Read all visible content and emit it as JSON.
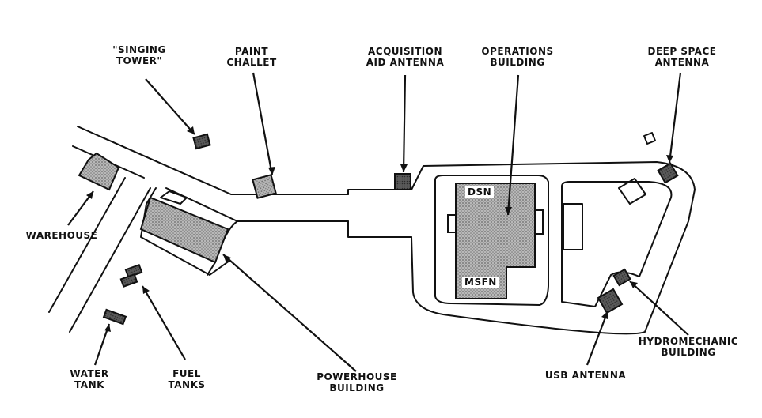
{
  "labels": {
    "singing_tower": {
      "line1": "\"SINGING",
      "line2": "TOWER\""
    },
    "paint_challet": {
      "line1": "PAINT",
      "line2": "CHALLET"
    },
    "acquisition": {
      "line1": "ACQUISITION",
      "line2": "AID ANTENNA"
    },
    "operations": {
      "line1": "OPERATIONS",
      "line2": "BUILDING"
    },
    "deep_space": {
      "line1": "DEEP SPACE",
      "line2": "ANTENNA"
    },
    "warehouse": {
      "line1": "WAREHOUSE"
    },
    "water_tank": {
      "line1": "WATER",
      "line2": "TANK"
    },
    "fuel_tanks": {
      "line1": "FUEL",
      "line2": "TANKS"
    },
    "powerhouse": {
      "line1": "POWERHOUSE",
      "line2": "BUILDING"
    },
    "usb_antenna": {
      "line1": "USB ANTENNA"
    },
    "hydromechanic": {
      "line1": "HYDROMECHANIC",
      "line2": "BUILDING"
    }
  },
  "building_labels": {
    "dsn": "DSN",
    "msfn": "MSFN"
  },
  "colors": {
    "ink": "#111111",
    "building_fill": "#9a9a9a",
    "dark_fill": "#555555"
  }
}
